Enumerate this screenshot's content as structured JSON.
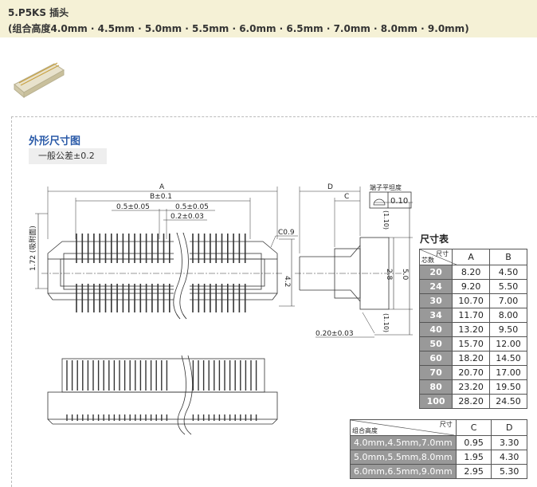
{
  "header": {
    "title": "5.P5KS 插头",
    "subtitle": "(组合高度4.0mm · 4.5mm · 5.0mm · 5.5mm · 6.0mm · 6.5mm · 7.0mm · 8.0mm · 9.0mm)"
  },
  "section": {
    "title": "外形尺寸图",
    "tolerance": "一般公差±0.2"
  },
  "dims": {
    "A": "A",
    "B": "B±0.1",
    "p1": "0.5±0.05",
    "p2": "0.5±0.05",
    "p3": "0.2±0.03",
    "c09": "C0.9",
    "h42": "4.2",
    "h172": "1.72 (吸附面)",
    "D": "D",
    "C": "C",
    "flat_label": "端子平坦度",
    "flat_val": "0.10",
    "v110a": "(1.10)",
    "v28": "2.8",
    "v50": "5.0",
    "v110b": "(1.10)",
    "w020": "0.20±0.03"
  },
  "table1": {
    "title": "尺寸表",
    "header_top": "尺寸",
    "header_left": "芯数",
    "cols": [
      "A",
      "B"
    ],
    "rows": [
      {
        "k": "20",
        "a": "8.20",
        "b": "4.50"
      },
      {
        "k": "24",
        "a": "9.20",
        "b": "5.50"
      },
      {
        "k": "30",
        "a": "10.70",
        "b": "7.00"
      },
      {
        "k": "34",
        "a": "11.70",
        "b": "8.00"
      },
      {
        "k": "40",
        "a": "13.20",
        "b": "9.50"
      },
      {
        "k": "50",
        "a": "15.70",
        "b": "12.00"
      },
      {
        "k": "60",
        "a": "18.20",
        "b": "14.50"
      },
      {
        "k": "70",
        "a": "20.70",
        "b": "17.00"
      },
      {
        "k": "80",
        "a": "23.20",
        "b": "19.50"
      },
      {
        "k": "100",
        "a": "28.20",
        "b": "24.50"
      }
    ]
  },
  "table2": {
    "header_top": "尺寸",
    "header_left": "组合高度",
    "cols": [
      "C",
      "D"
    ],
    "rows": [
      {
        "k": "4.0mm,4.5mm,7.0mm",
        "c": "0.95",
        "d": "3.30"
      },
      {
        "k": "5.0mm,5.5mm,8.0mm",
        "c": "1.95",
        "d": "4.30"
      },
      {
        "k": "6.0mm,6.5mm,9.0mm",
        "c": "2.95",
        "d": "5.30"
      }
    ]
  }
}
